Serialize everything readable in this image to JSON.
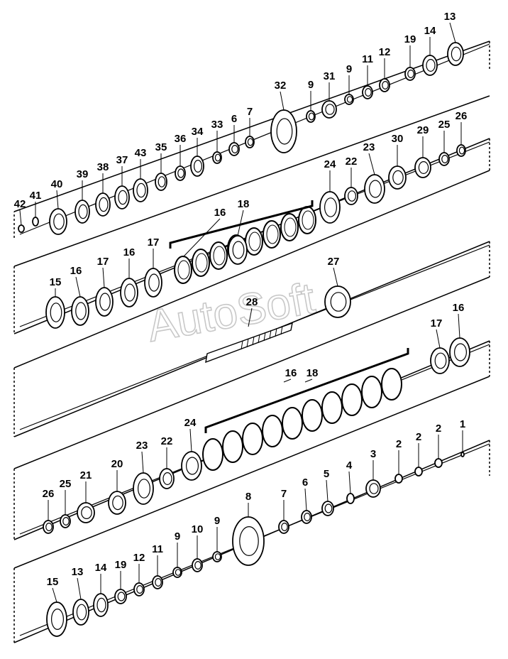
{
  "watermark": "AutoSoft",
  "rows": [
    {
      "name": "row-1",
      "parts": [
        "42",
        "41",
        "40",
        "39",
        "38",
        "37",
        "43",
        "35",
        "36",
        "34",
        "33",
        "6",
        "7",
        "32",
        "9",
        "31",
        "9",
        "11",
        "12",
        "19",
        "14",
        "13"
      ]
    },
    {
      "name": "row-2",
      "parts": [
        "16",
        "18",
        "24",
        "22",
        "23",
        "30",
        "29",
        "25",
        "26"
      ]
    },
    {
      "name": "row-3",
      "parts": [
        "15",
        "16",
        "17",
        "16",
        "17",
        "27"
      ]
    },
    {
      "name": "row-4",
      "parts": [
        "28",
        "17",
        "16",
        "16",
        "18"
      ]
    },
    {
      "name": "row-5",
      "parts": [
        "26",
        "25",
        "21",
        "20",
        "23",
        "22",
        "24",
        "1",
        "2",
        "2",
        "2",
        "3",
        "4",
        "5",
        "6",
        "7",
        "8"
      ]
    },
    {
      "name": "row-6",
      "parts": [
        "15",
        "13",
        "14",
        "19",
        "12",
        "11",
        "9",
        "10",
        "9"
      ]
    }
  ]
}
